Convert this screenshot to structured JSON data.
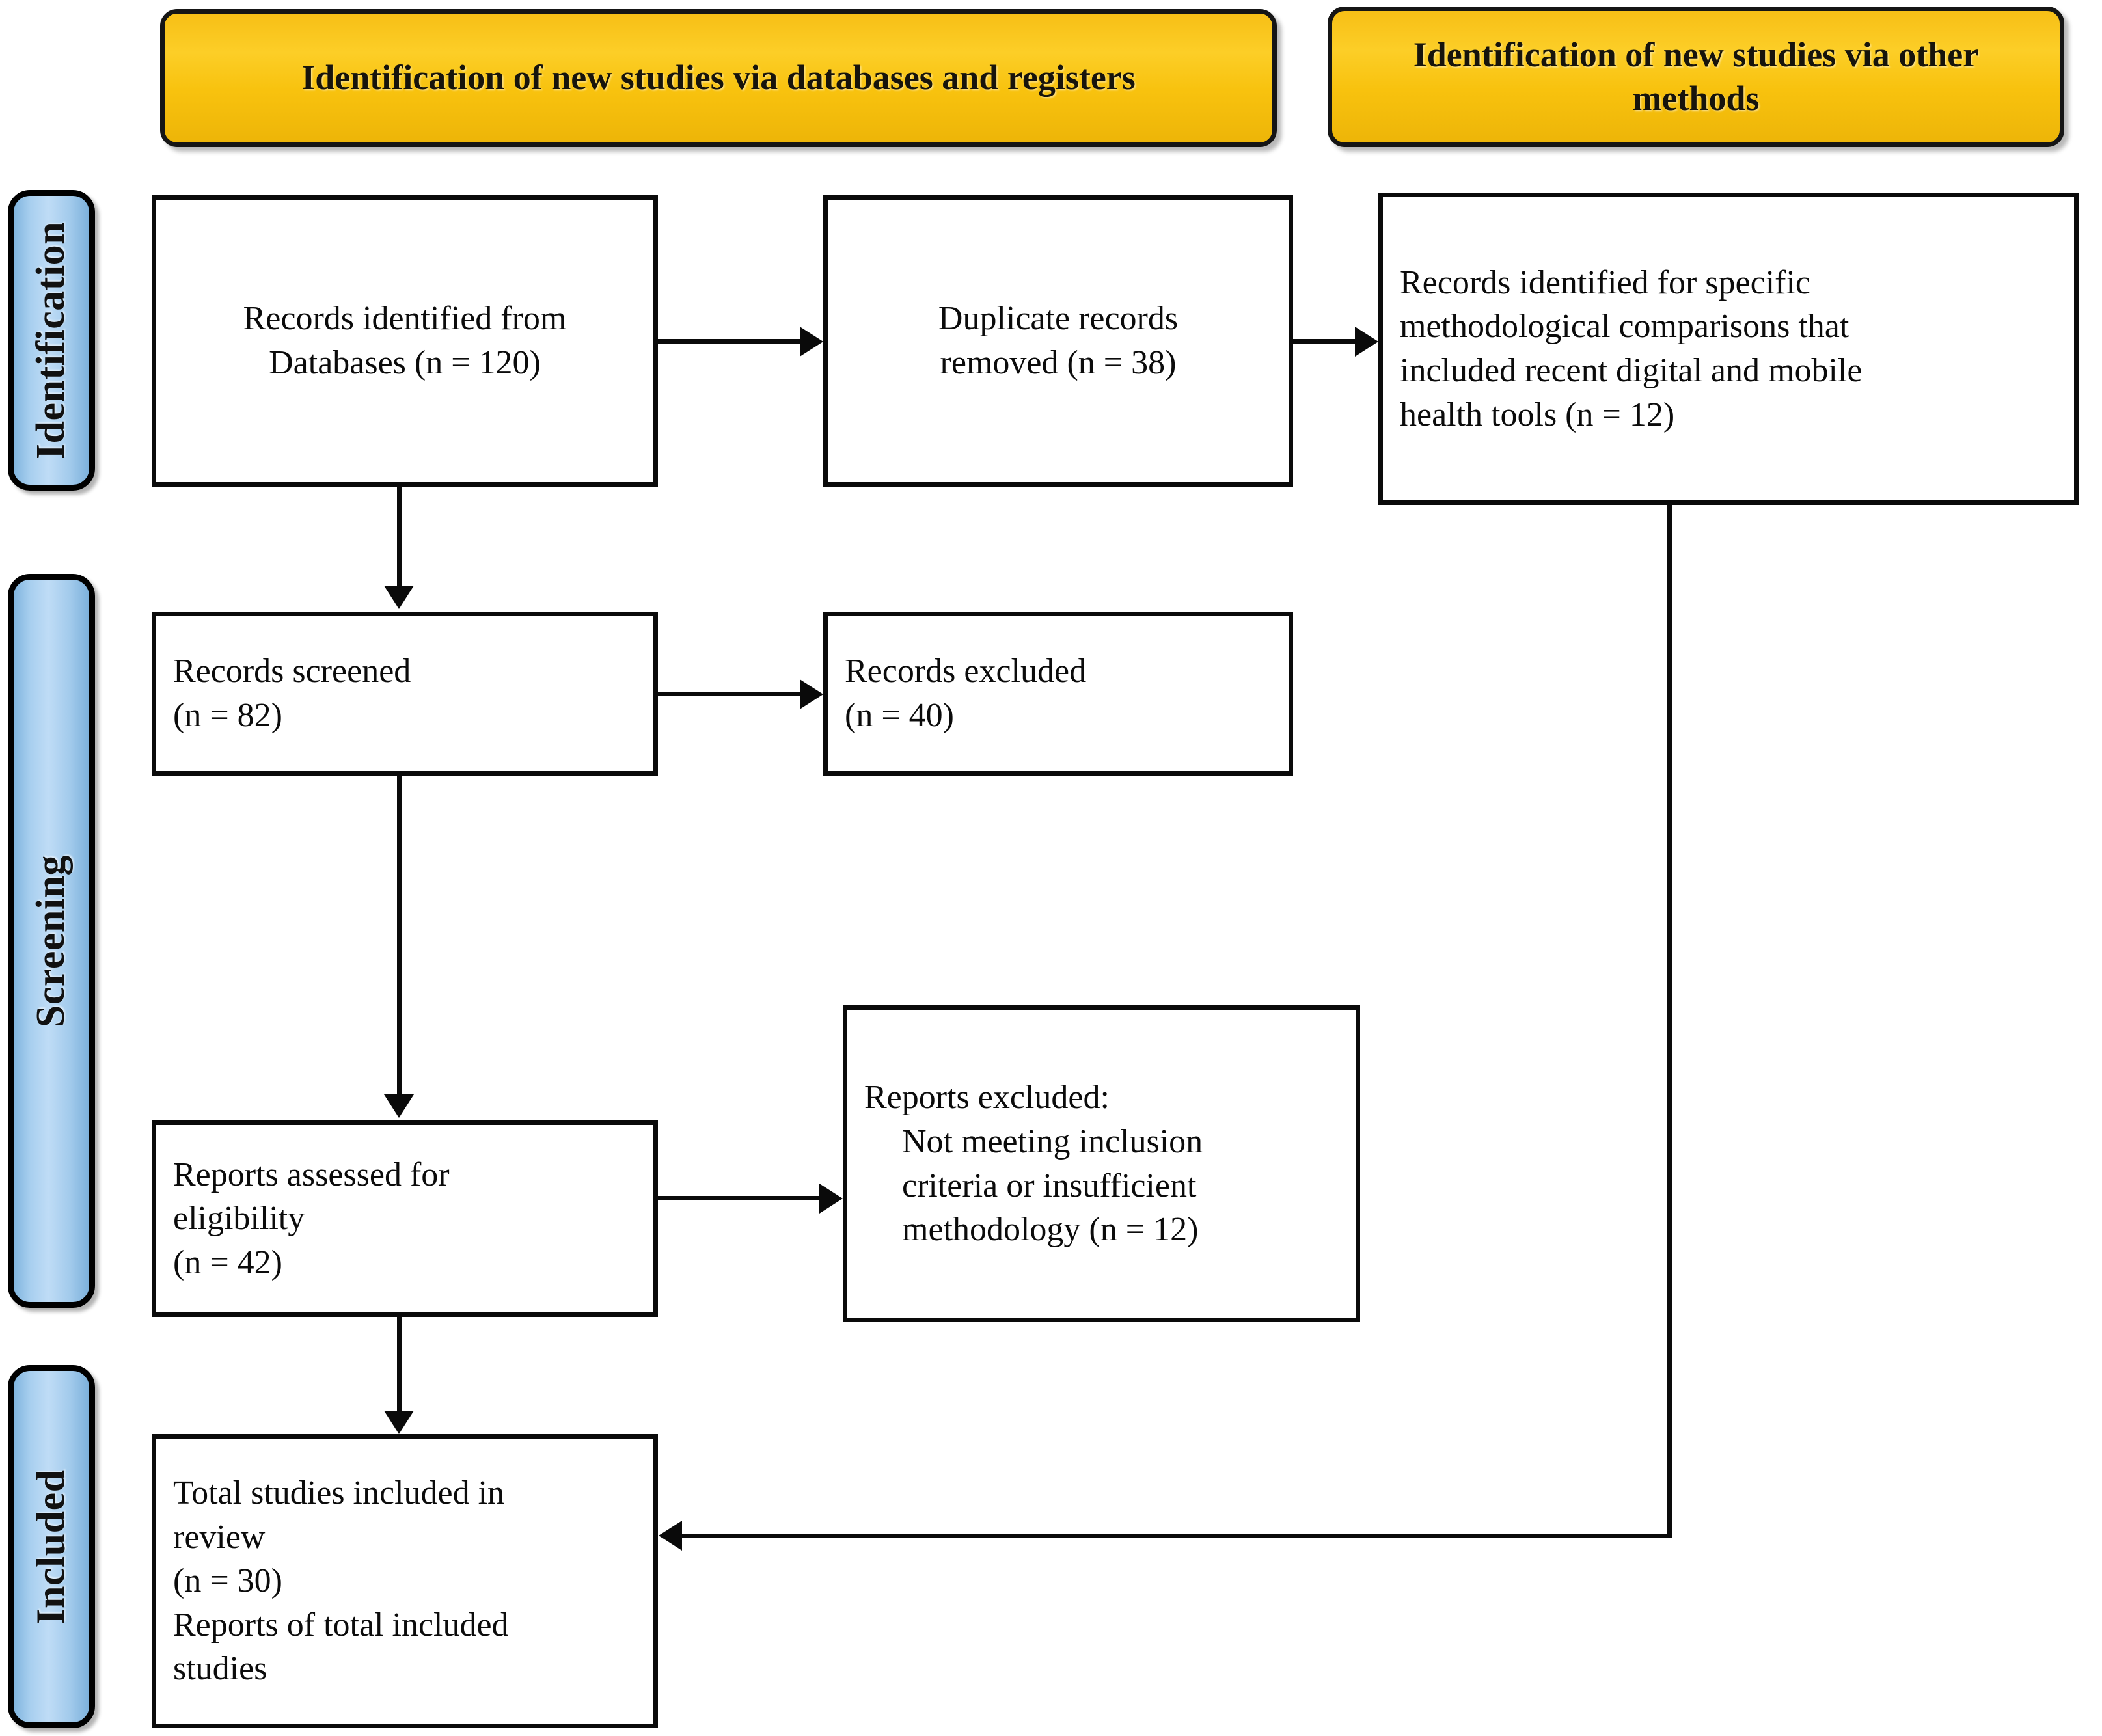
{
  "diagram": {
    "type": "prisma-flow-diagram",
    "banners": [
      {
        "id": "databases",
        "text": "Identification of new studies via databases and registers"
      },
      {
        "id": "other-methods",
        "text": "Identification of new studies via other\nmethods"
      }
    ],
    "phases": [
      {
        "id": "identification",
        "label": "Identification"
      },
      {
        "id": "screening",
        "label": "Screening"
      },
      {
        "id": "included",
        "label": "Included"
      }
    ],
    "boxes": [
      {
        "id": "records-identified-databases",
        "text": "Records identified from\nDatabases (n = 120)",
        "align": "center",
        "n": 120
      },
      {
        "id": "duplicate-records-removed",
        "text": "Duplicate records\nremoved (n = 38)",
        "align": "center",
        "n": 38
      },
      {
        "id": "records-identified-other-methods",
        "text": "Records identified for specific\nmethodological comparisons that\nincluded recent digital and mobile\nhealth tools (n = 12)",
        "align": "left",
        "n": 12
      },
      {
        "id": "records-screened",
        "text": "Records screened\n(n = 82)",
        "align": "left",
        "n": 82
      },
      {
        "id": "records-excluded",
        "text": "Records excluded\n(n = 40)",
        "align": "left",
        "n": 40
      },
      {
        "id": "reports-assessed-eligibility",
        "text": "Reports assessed for\neligibility\n(n = 42)",
        "align": "left",
        "n": 42
      },
      {
        "id": "reports-excluded",
        "line1": "Reports excluded:",
        "line2": "Not meeting inclusion",
        "line3": "criteria or insufficient",
        "line4": "methodology (n = 12)",
        "align": "left",
        "n": 12
      },
      {
        "id": "total-studies-included",
        "text": "Total studies included in\nreview\n(n = 30)\nReports of total included\nstudies",
        "align": "left",
        "n": 30
      }
    ],
    "colors": {
      "banner_fill": "#f8c20e",
      "phase_fill": "#a8cfef",
      "border": "#0a0a0a",
      "background": "#ffffff"
    }
  }
}
